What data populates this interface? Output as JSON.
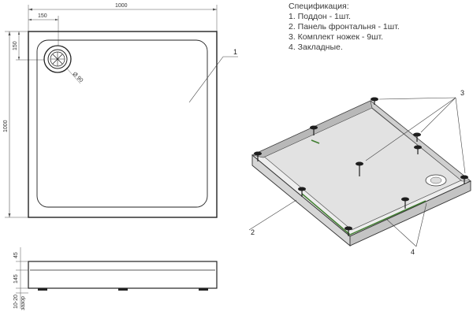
{
  "spec": {
    "title": "Спецификация:",
    "items": [
      "1. Поддон - 1шт.",
      "2. Панель фронтальня - 1шт.",
      "3. Комплект ножек - 9шт.",
      "4. Закладные."
    ]
  },
  "dimensions": {
    "width_total": "1000",
    "drain_offset_x": "150",
    "drain_offset_y": "150",
    "height_total": "1000",
    "drain_diameter": "Ø 90",
    "side_top": "45",
    "side_height": "145",
    "gap_range": "10-20",
    "gap_label": "зазор"
  },
  "callouts": {
    "c1": "1",
    "c2": "2",
    "c3": "3",
    "c4": "4"
  },
  "colors": {
    "line": "#222222",
    "leader": "#444444",
    "accent": "#3f7d2f"
  }
}
